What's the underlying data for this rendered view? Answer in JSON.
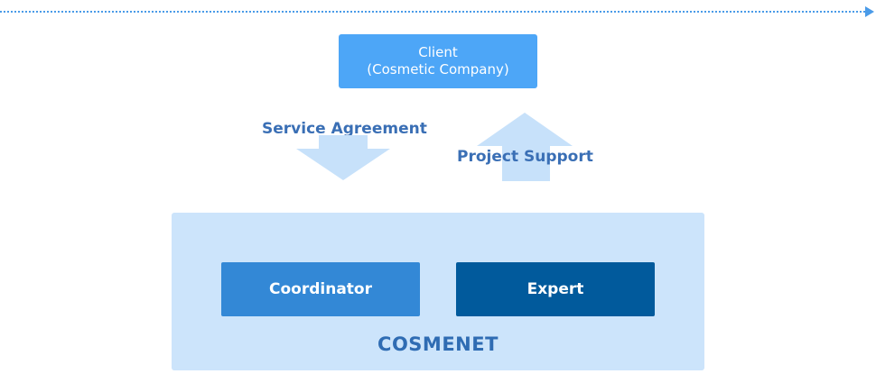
{
  "client": {
    "line1": "Client",
    "line2": "(Cosmetic Company)"
  },
  "flows": {
    "down_label": "Service Agreement",
    "up_label": "Project Support"
  },
  "org": {
    "name": "COSMENET",
    "roles": {
      "coordinator": "Coordinator",
      "expert": "Expert"
    }
  },
  "colors": {
    "client_fill": "#4da6f7",
    "arrow_fill": "#c7e1fa",
    "label_text": "#3a6fb5",
    "panel_fill": "#cce4fb",
    "coordinator_fill": "#3388d6",
    "expert_fill": "#015a9c",
    "timeline_line": "#4a9be8"
  },
  "icons": {
    "timeline": "dotted-arrow-right",
    "down_flow": "down-arrow",
    "up_flow": "up-arrow"
  }
}
